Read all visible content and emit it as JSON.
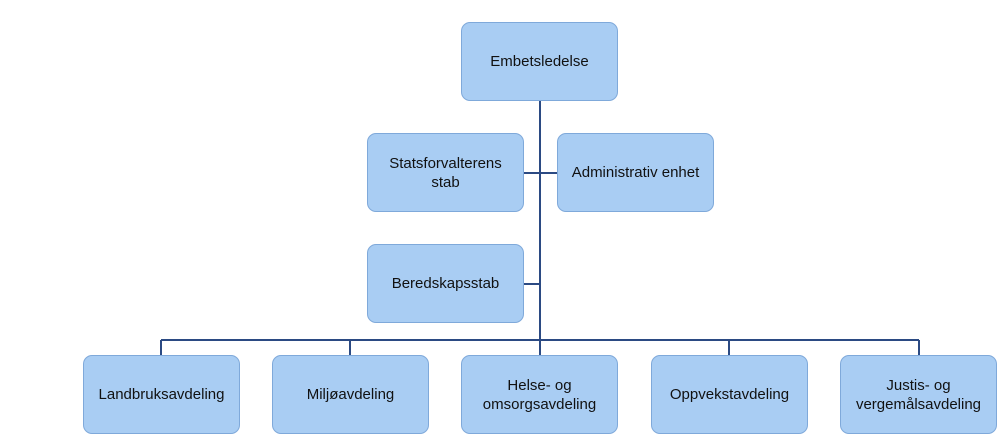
{
  "colors": {
    "box_fill": "#a9cdf3",
    "box_border": "#7fa9da",
    "connector": "#2b4a83"
  },
  "org": {
    "top": "Embetsledelse",
    "staff_left": "Statsforvalterens\nstab",
    "staff_right": "Administrativ enhet",
    "staff_left_2": "Beredskapsstab",
    "departments": [
      "Landbruksavdeling",
      "Miljøavdeling",
      "Helse- og\nomsorgsavdeling",
      "Oppvekstavdeling",
      "Justis- og\nvergemålsavdeling"
    ]
  }
}
